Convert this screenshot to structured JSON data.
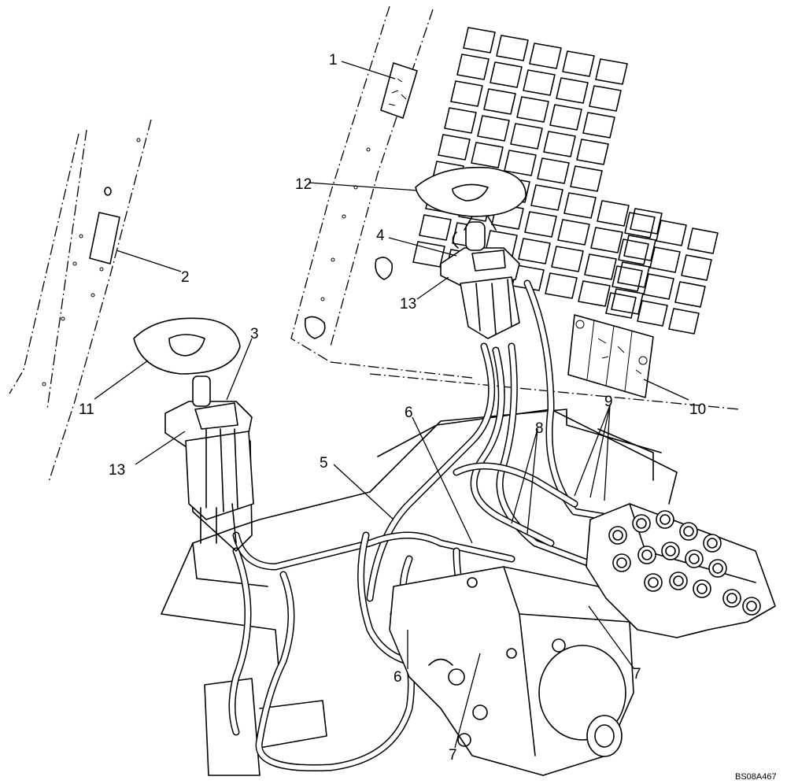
{
  "callouts": {
    "c1": "1",
    "c2": "2",
    "c3": "3",
    "c4": "4",
    "c5": "5",
    "c6a": "6",
    "c6b": "6",
    "c7a": "7",
    "c7b": "7",
    "c8": "8",
    "c9": "9",
    "c10": "10",
    "c11": "11",
    "c12": "12",
    "c13a": "13",
    "c13b": "13"
  },
  "drawing_id": "BS08A467"
}
